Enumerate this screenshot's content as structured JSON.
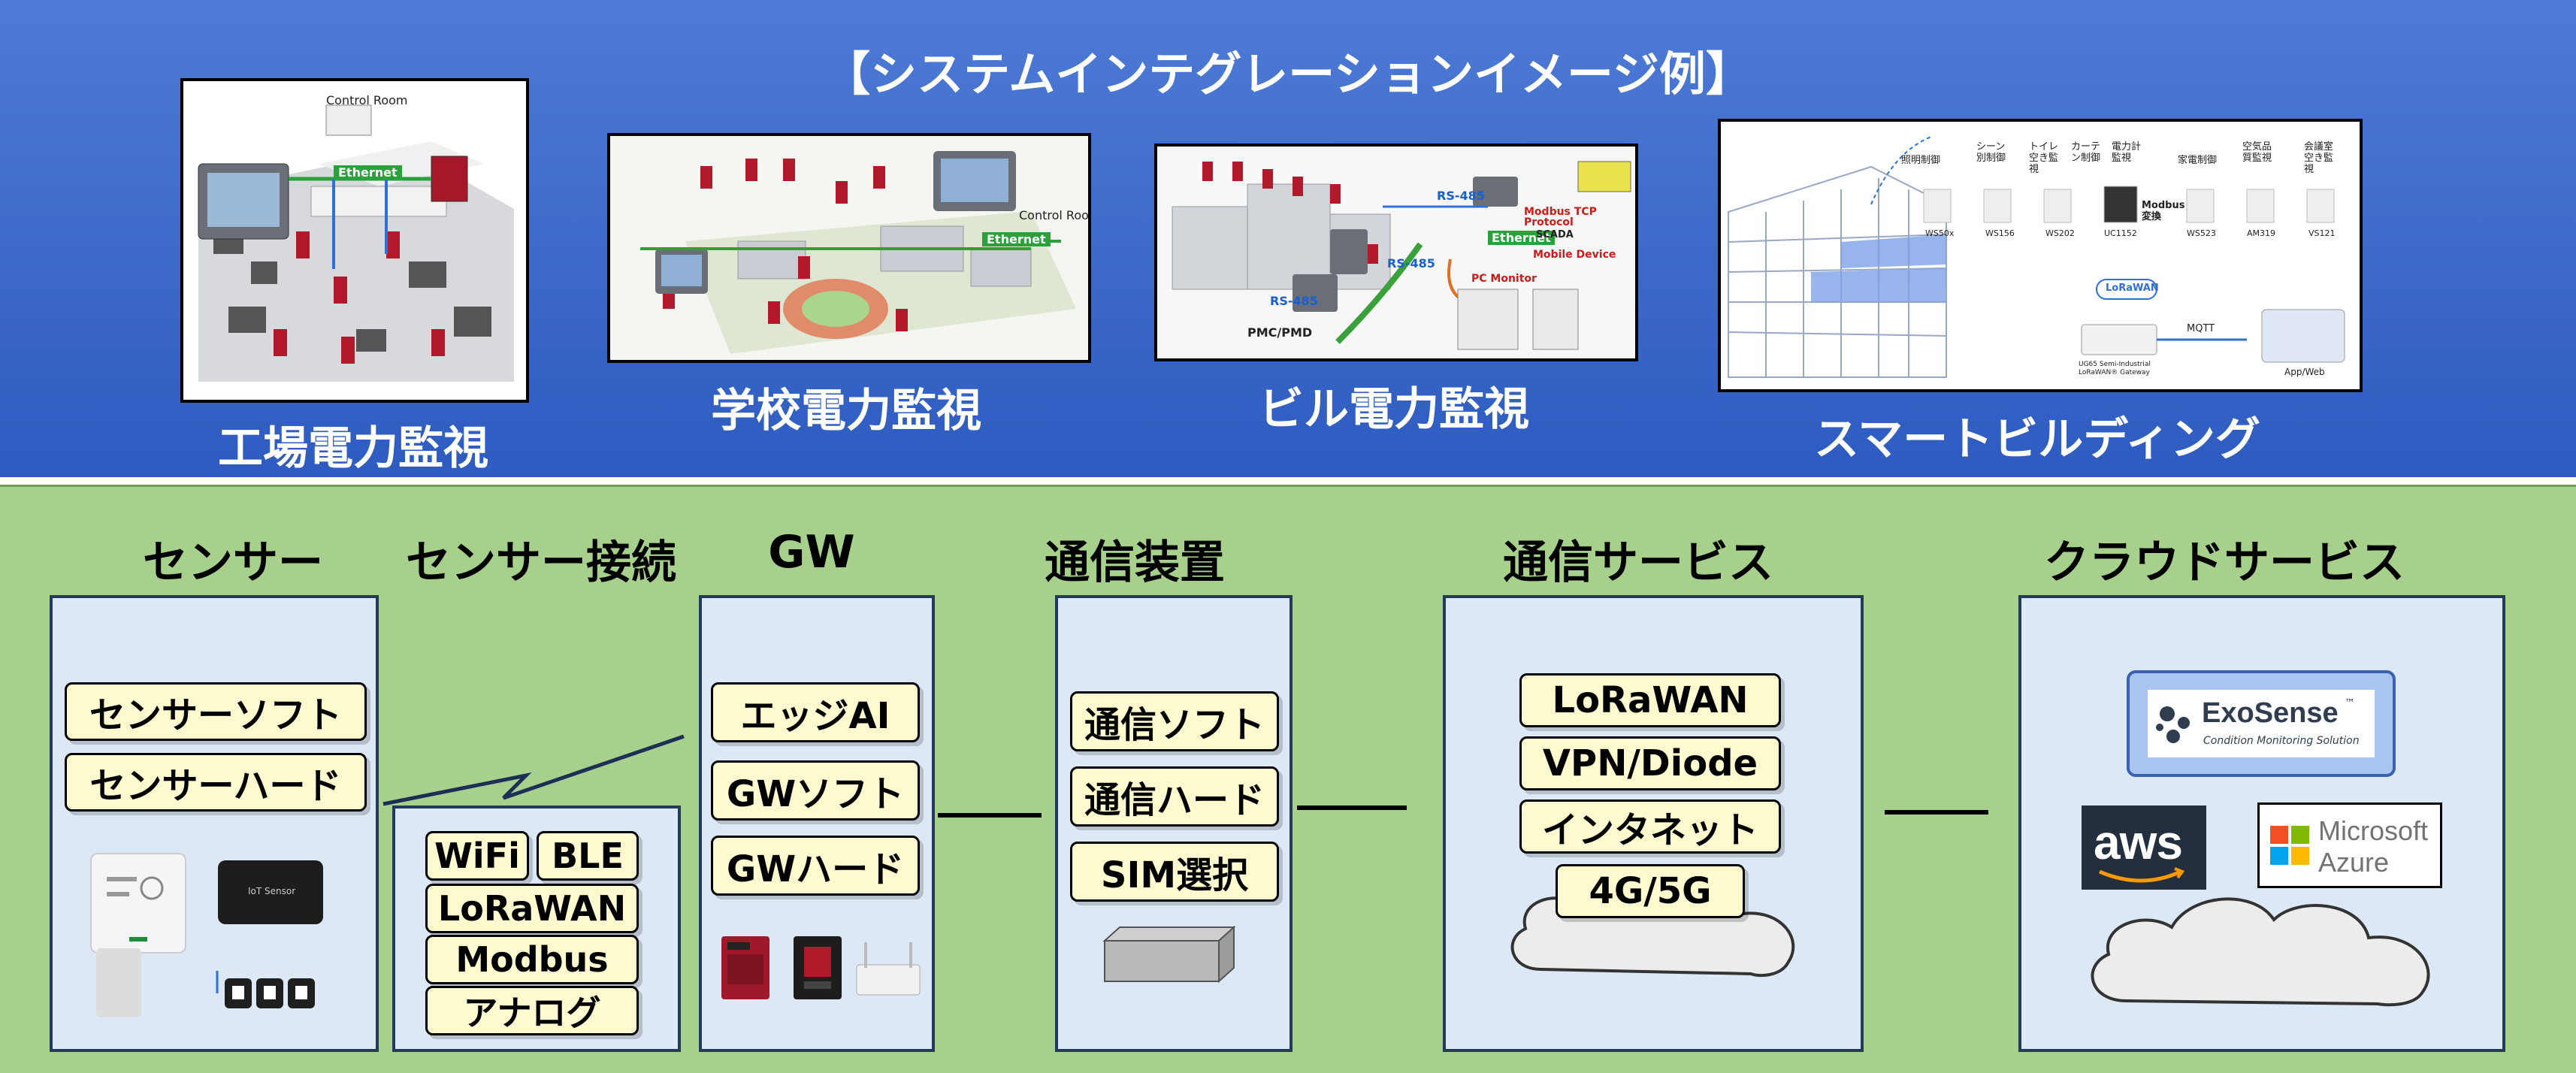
{
  "header": {
    "title": "【システムインテグレーションイメージ例】"
  },
  "examples": [
    {
      "caption": "工場電力監視",
      "labels": {
        "control_room": "Control Room",
        "ethernet": "Ethernet"
      }
    },
    {
      "caption": "学校電力監視",
      "labels": {
        "control_room": "Control Room",
        "ethernet": "Ethernet"
      }
    },
    {
      "caption": "ビル電力監視",
      "labels": {
        "ethernet": "Ethernet",
        "rs485a": "RS-485",
        "rs485b": "RS-485",
        "rs485c": "RS-485",
        "pmc": "PMC/PMD",
        "modbus": "Modbus TCP Protocol",
        "scada": "SCADA",
        "pc_monitor": "PC Monitor",
        "mobile": "Mobile Device"
      }
    },
    {
      "caption": "スマートビルディング",
      "labels": {
        "i1": "照明制御",
        "i2": "シーン別制御",
        "i3": "トイレ空き監視",
        "i4": "カーテン制御",
        "i5": "電力計監視",
        "i6": "家電制御",
        "i7": "空気品質監視",
        "i8": "会議室空き監視",
        "d1": "WS50x",
        "d2": "WS156",
        "d3": "WS202",
        "d4": "UC1152",
        "d5": "WS523",
        "d6": "AM319",
        "d7": "VS121",
        "modbus": "Modbus 変換",
        "lorawan": "LoRaWAN",
        "mqtt": "MQTT",
        "app": "App/Web",
        "gateway": "UG65 Semi-Industrial LoRaWAN® Gateway"
      }
    }
  ],
  "columns": {
    "sensor": {
      "title": "センサー",
      "items": [
        "センサーソフト",
        "センサーハード"
      ],
      "device_label": "IoT Sensor"
    },
    "connection": {
      "title": "センサー接続",
      "items": [
        "WiFi",
        "BLE",
        "LoRaWAN",
        "Modbus",
        "アナログ"
      ]
    },
    "gw": {
      "title": "GW",
      "items": [
        "エッジAI",
        "GWソフト",
        "GWハード"
      ]
    },
    "comm_device": {
      "title": "通信装置",
      "items": [
        "通信ソフト",
        "通信ハード",
        "SIM選択"
      ]
    },
    "comm_service": {
      "title": "通信サービス",
      "items": [
        "LoRaWAN",
        "VPN/Diode",
        "インタネット",
        "4G/5G"
      ]
    },
    "cloud": {
      "title": "クラウドサービス",
      "exosense": {
        "name": "ExoSense",
        "tm": "™",
        "sub": "Condition Monitoring Solution"
      },
      "aws": "aws",
      "azure": [
        "Microsoft",
        "Azure"
      ]
    }
  },
  "colors": {
    "top_band": "#3c69cc",
    "bottom_band": "#a7d08c",
    "panel": "#dde8f6",
    "pill": "#fefad0",
    "exo_box": "#a9c5ef"
  }
}
